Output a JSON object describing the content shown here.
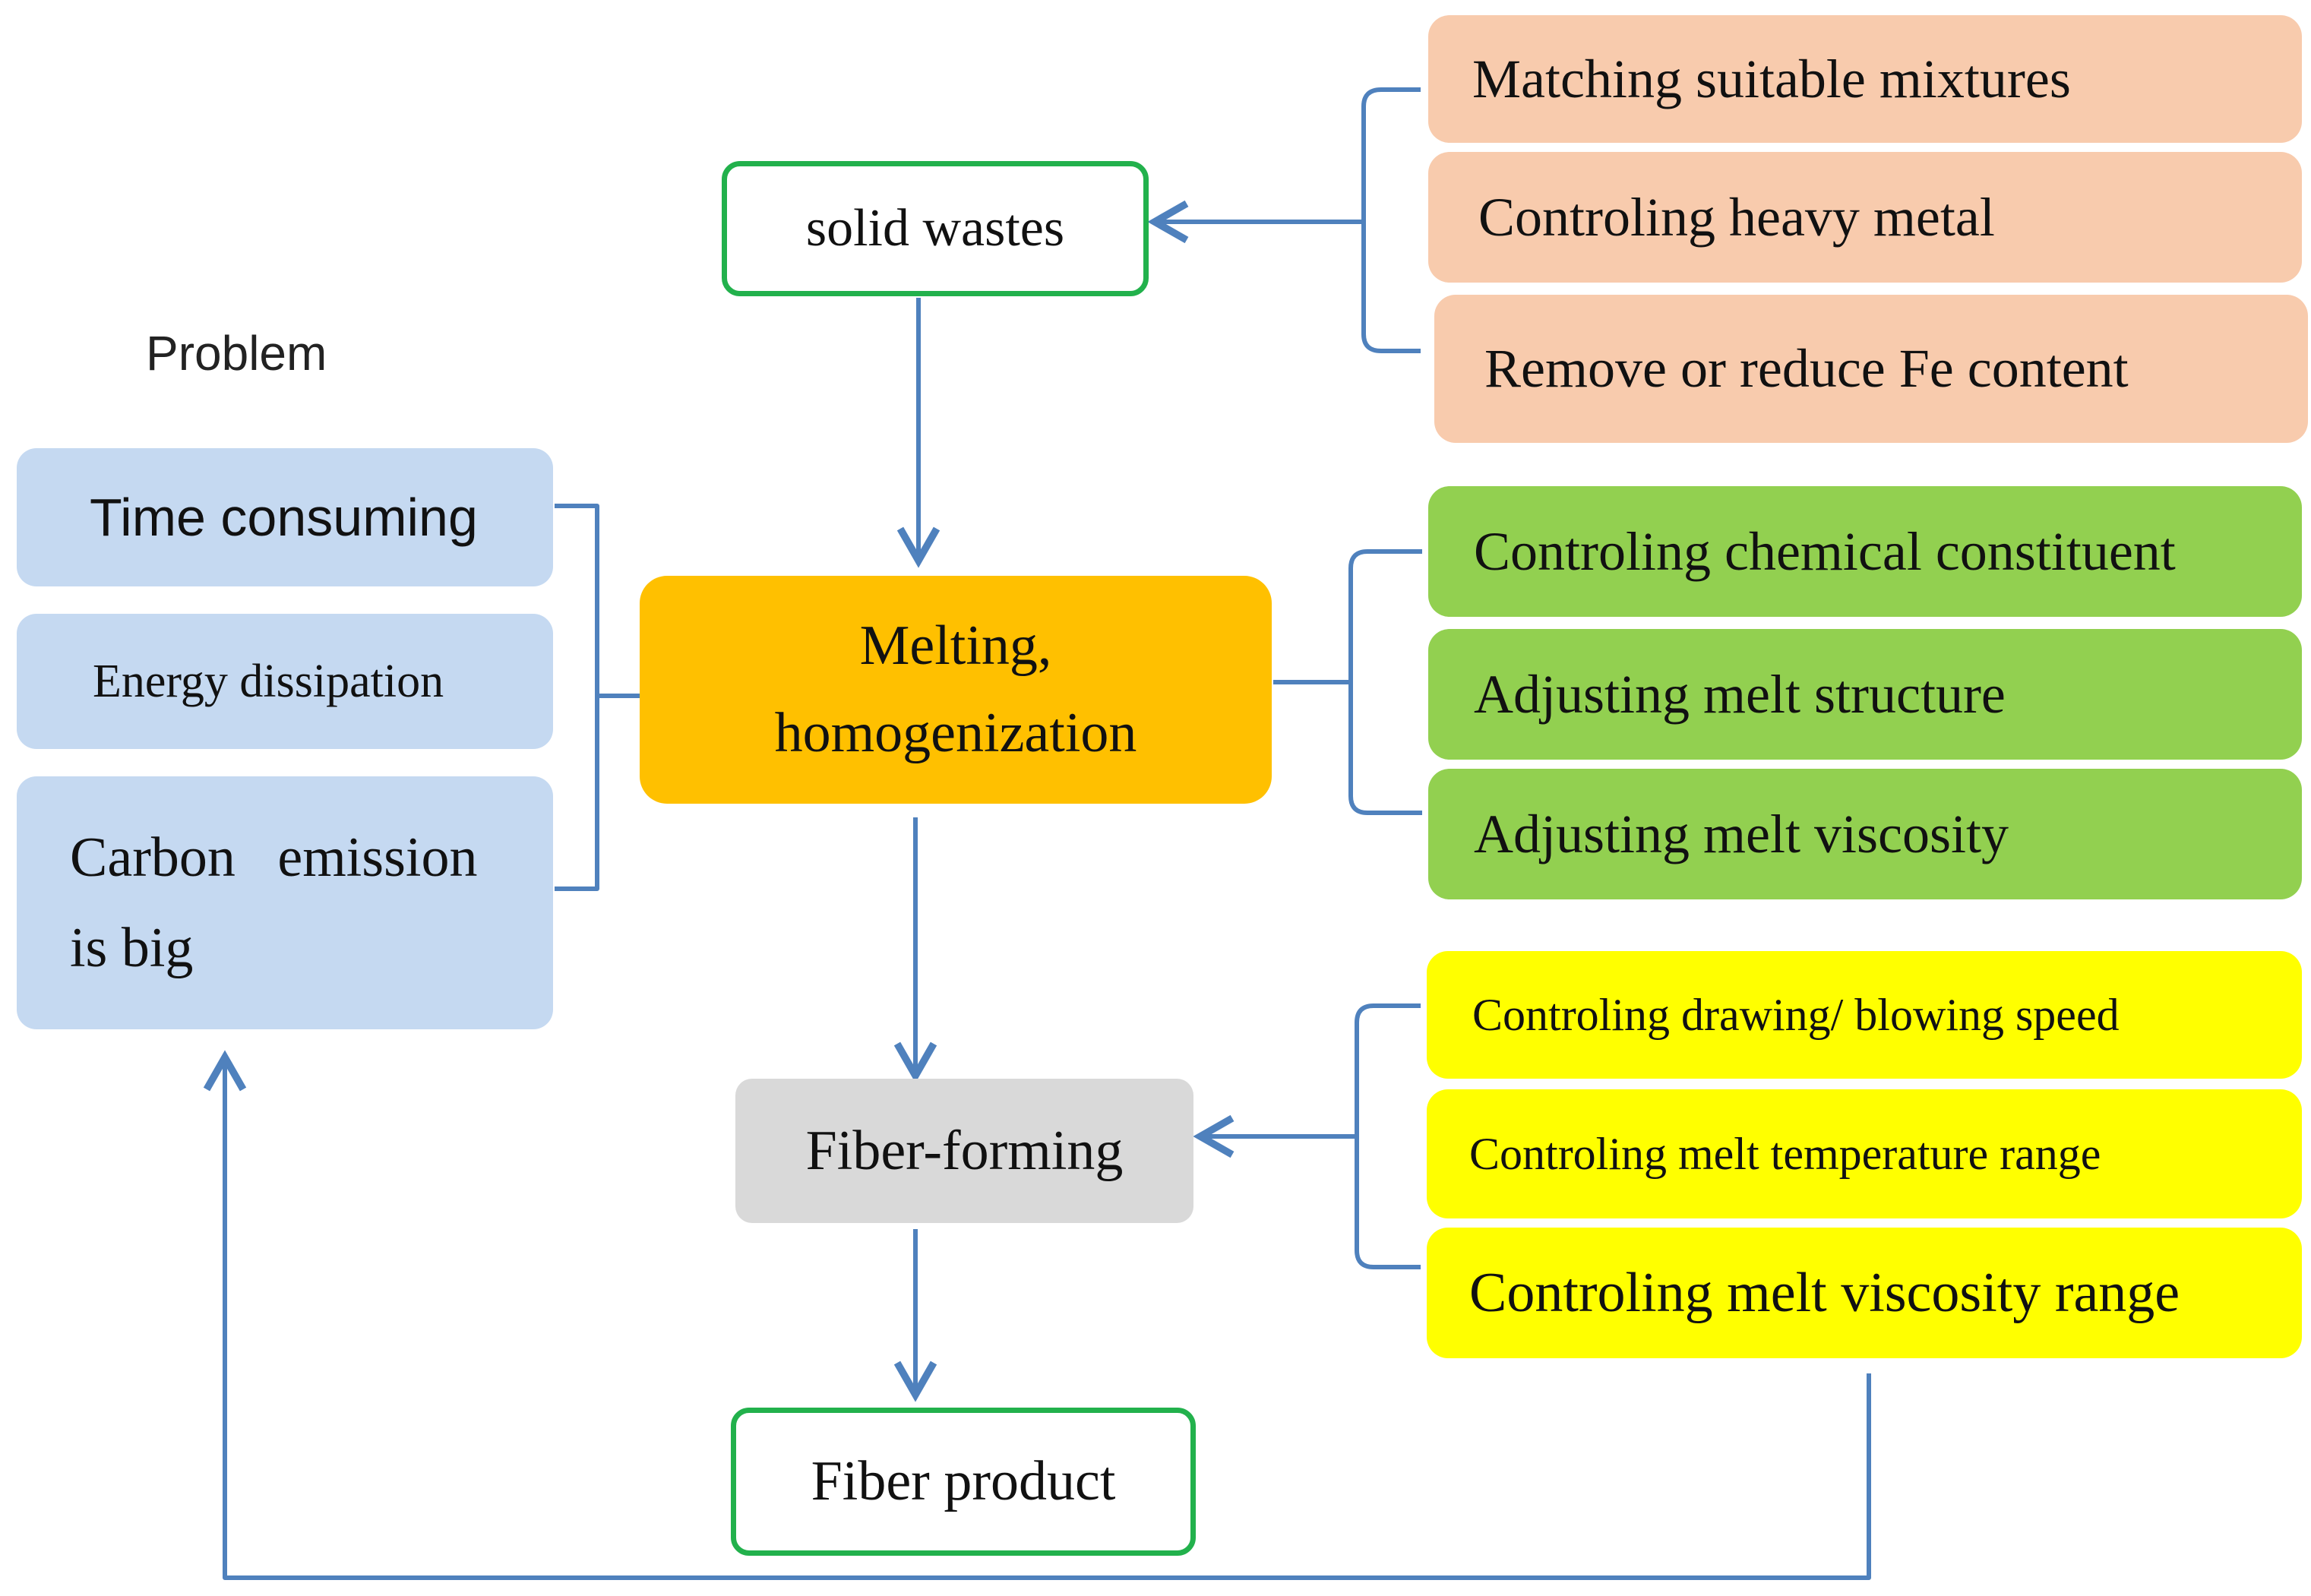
{
  "colors": {
    "connector": "#4f81bd",
    "outline_green": "#22b14c",
    "melting_fill": "#ffc000",
    "fiber_forming_fill": "#d9d9d9",
    "problem_fill": "#c5d9f1",
    "peach_fill": "#f8cbad",
    "green_fill": "#92d050",
    "yellow_fill": "#ffff00"
  },
  "flow": {
    "solid_wastes": "solid wastes",
    "melting_line1": "Melting,",
    "melting_line2": "homogenization",
    "fiber_forming": "Fiber-forming",
    "fiber_product": "Fiber product"
  },
  "problems": {
    "title": "Problem",
    "items": [
      "Time consuming",
      "Energy dissipation"
    ],
    "carbon_line1": "Carbon   emission",
    "carbon_line2": "is big"
  },
  "raw_material_controls": [
    "Matching suitable mixtures",
    "Controling heavy metal",
    "Remove or reduce Fe content"
  ],
  "melt_controls": [
    "Controling chemical constituent",
    "Adjusting melt structure",
    "Adjusting melt viscosity"
  ],
  "fiber_controls": [
    "Controling drawing/ blowing speed",
    "Controling melt temperature range",
    "Controling melt viscosity range"
  ]
}
